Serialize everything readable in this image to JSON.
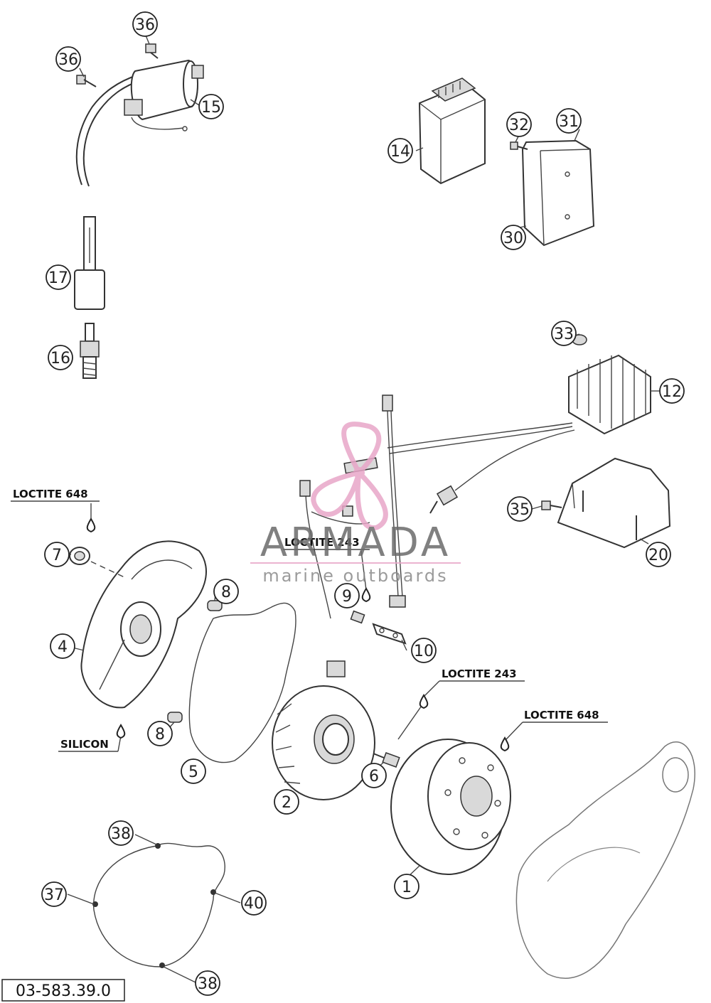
{
  "brand": {
    "name": "ARMADA",
    "tagline": "marine outboards",
    "accent_color": "#e8a6c8"
  },
  "part_code": "03-583.39.0",
  "notes": {
    "loctite_648_top": "LOCTITE 648",
    "loctite_243_mid": "LOCTITE 243",
    "loctite_243_right": "LOCTITE 243",
    "loctite_648_right": "LOCTITE 648",
    "silicon": "SILICON"
  },
  "callouts": [
    {
      "id": "c36a",
      "label": "36"
    },
    {
      "id": "c36b",
      "label": "36"
    },
    {
      "id": "c15",
      "label": "15"
    },
    {
      "id": "c14",
      "label": "14"
    },
    {
      "id": "c32",
      "label": "32"
    },
    {
      "id": "c31",
      "label": "31"
    },
    {
      "id": "c30",
      "label": "30"
    },
    {
      "id": "c17",
      "label": "17"
    },
    {
      "id": "c16",
      "label": "16"
    },
    {
      "id": "c33",
      "label": "33"
    },
    {
      "id": "c12",
      "label": "12"
    },
    {
      "id": "c35",
      "label": "35"
    },
    {
      "id": "c20",
      "label": "20"
    },
    {
      "id": "c7",
      "label": "7"
    },
    {
      "id": "c8a",
      "label": "8"
    },
    {
      "id": "c9",
      "label": "9"
    },
    {
      "id": "c4",
      "label": "4"
    },
    {
      "id": "c10",
      "label": "10"
    },
    {
      "id": "c8b",
      "label": "8"
    },
    {
      "id": "c5",
      "label": "5"
    },
    {
      "id": "c6",
      "label": "6"
    },
    {
      "id": "c2",
      "label": "2"
    },
    {
      "id": "c1",
      "label": "1"
    },
    {
      "id": "c38a",
      "label": "38"
    },
    {
      "id": "c37",
      "label": "37"
    },
    {
      "id": "c40",
      "label": "40"
    },
    {
      "id": "c38b",
      "label": "38"
    }
  ]
}
